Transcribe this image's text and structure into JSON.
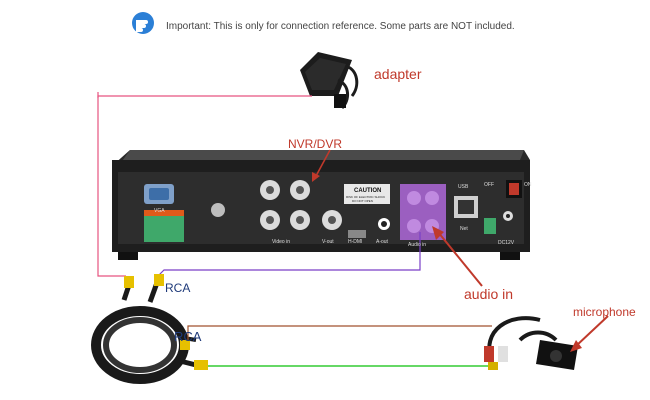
{
  "notice": {
    "text": "Important: This is only for connection reference. Some parts are NOT included."
  },
  "labels": {
    "adapter": "adapter",
    "nvr_dvr": "NVR/DVR",
    "rca_top": "RCA",
    "rca_bottom": "RCA",
    "audio_in": "audio in",
    "microphone": "microphone"
  },
  "panel": {
    "vga": "VGA",
    "video_in": "Video in",
    "v_out": "V-out",
    "hdmi": "H-DMI",
    "a_out": "A-out",
    "audio_in": "Audio in",
    "net": "Net",
    "on": "ON",
    "off": "OFF",
    "dc": "DC12V",
    "caution": "CAUTION",
    "caution_sub1": "RISK OF ELECTRIC SHOCK",
    "caution_sub2": "DO NOT OPEN",
    "usb": "USB"
  },
  "colors": {
    "label_red": "#c0392b",
    "label_blue": "#1f3a7a",
    "wire_pink": "#e75480",
    "wire_purple": "#7a3fc7",
    "wire_green": "#33cc33",
    "wire_brown": "#a0522d"
  }
}
